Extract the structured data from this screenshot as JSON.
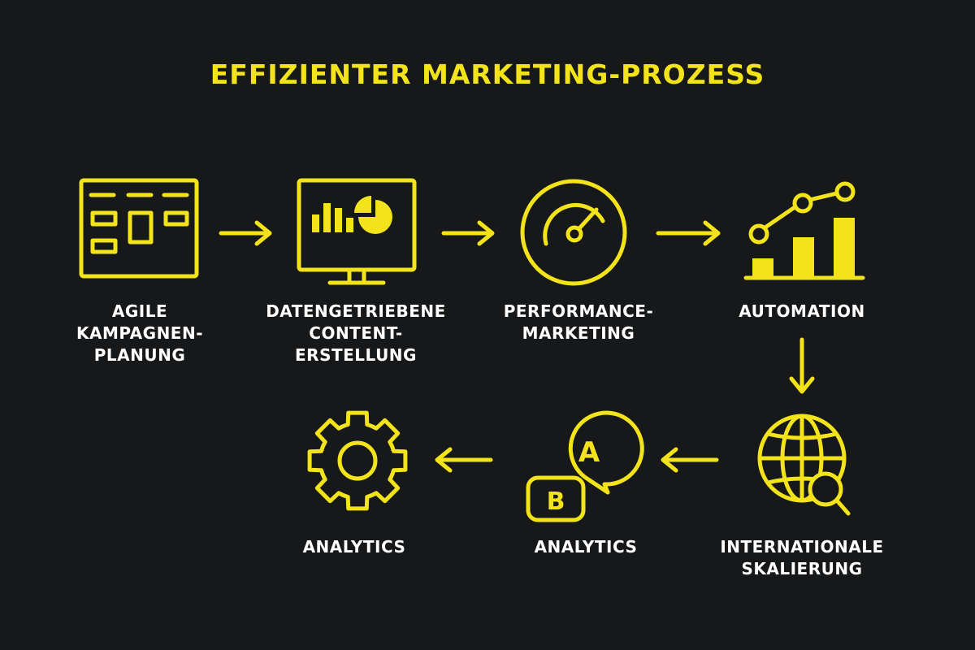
{
  "title": "EFFIZIENTER MARKETING-PROZESS",
  "colors": {
    "background": "#161819",
    "accent": "#F2E31B",
    "text": "#FFFFFF"
  },
  "steps": [
    {
      "icon": "kanban-board-icon",
      "label": "AGILE\nKAMPAGNEN-\nPLANUNG"
    },
    {
      "icon": "monitor-chart-icon",
      "label": "DATENGETRIEBENE\nCONTENT-\nERSTELLUNG"
    },
    {
      "icon": "speedometer-icon",
      "label": "PERFORMANCE-\nMARKETING"
    },
    {
      "icon": "growth-chart-icon",
      "label": "AUTOMATION"
    },
    {
      "icon": "globe-search-icon",
      "label": "INTERNATIONALE\nSKALIERUNG"
    },
    {
      "icon": "ab-test-bubbles-icon",
      "label": "ANALYTICS",
      "bubble_a": "A",
      "bubble_b": "B"
    },
    {
      "icon": "gear-icon",
      "label": "ANALYTICS"
    }
  ]
}
